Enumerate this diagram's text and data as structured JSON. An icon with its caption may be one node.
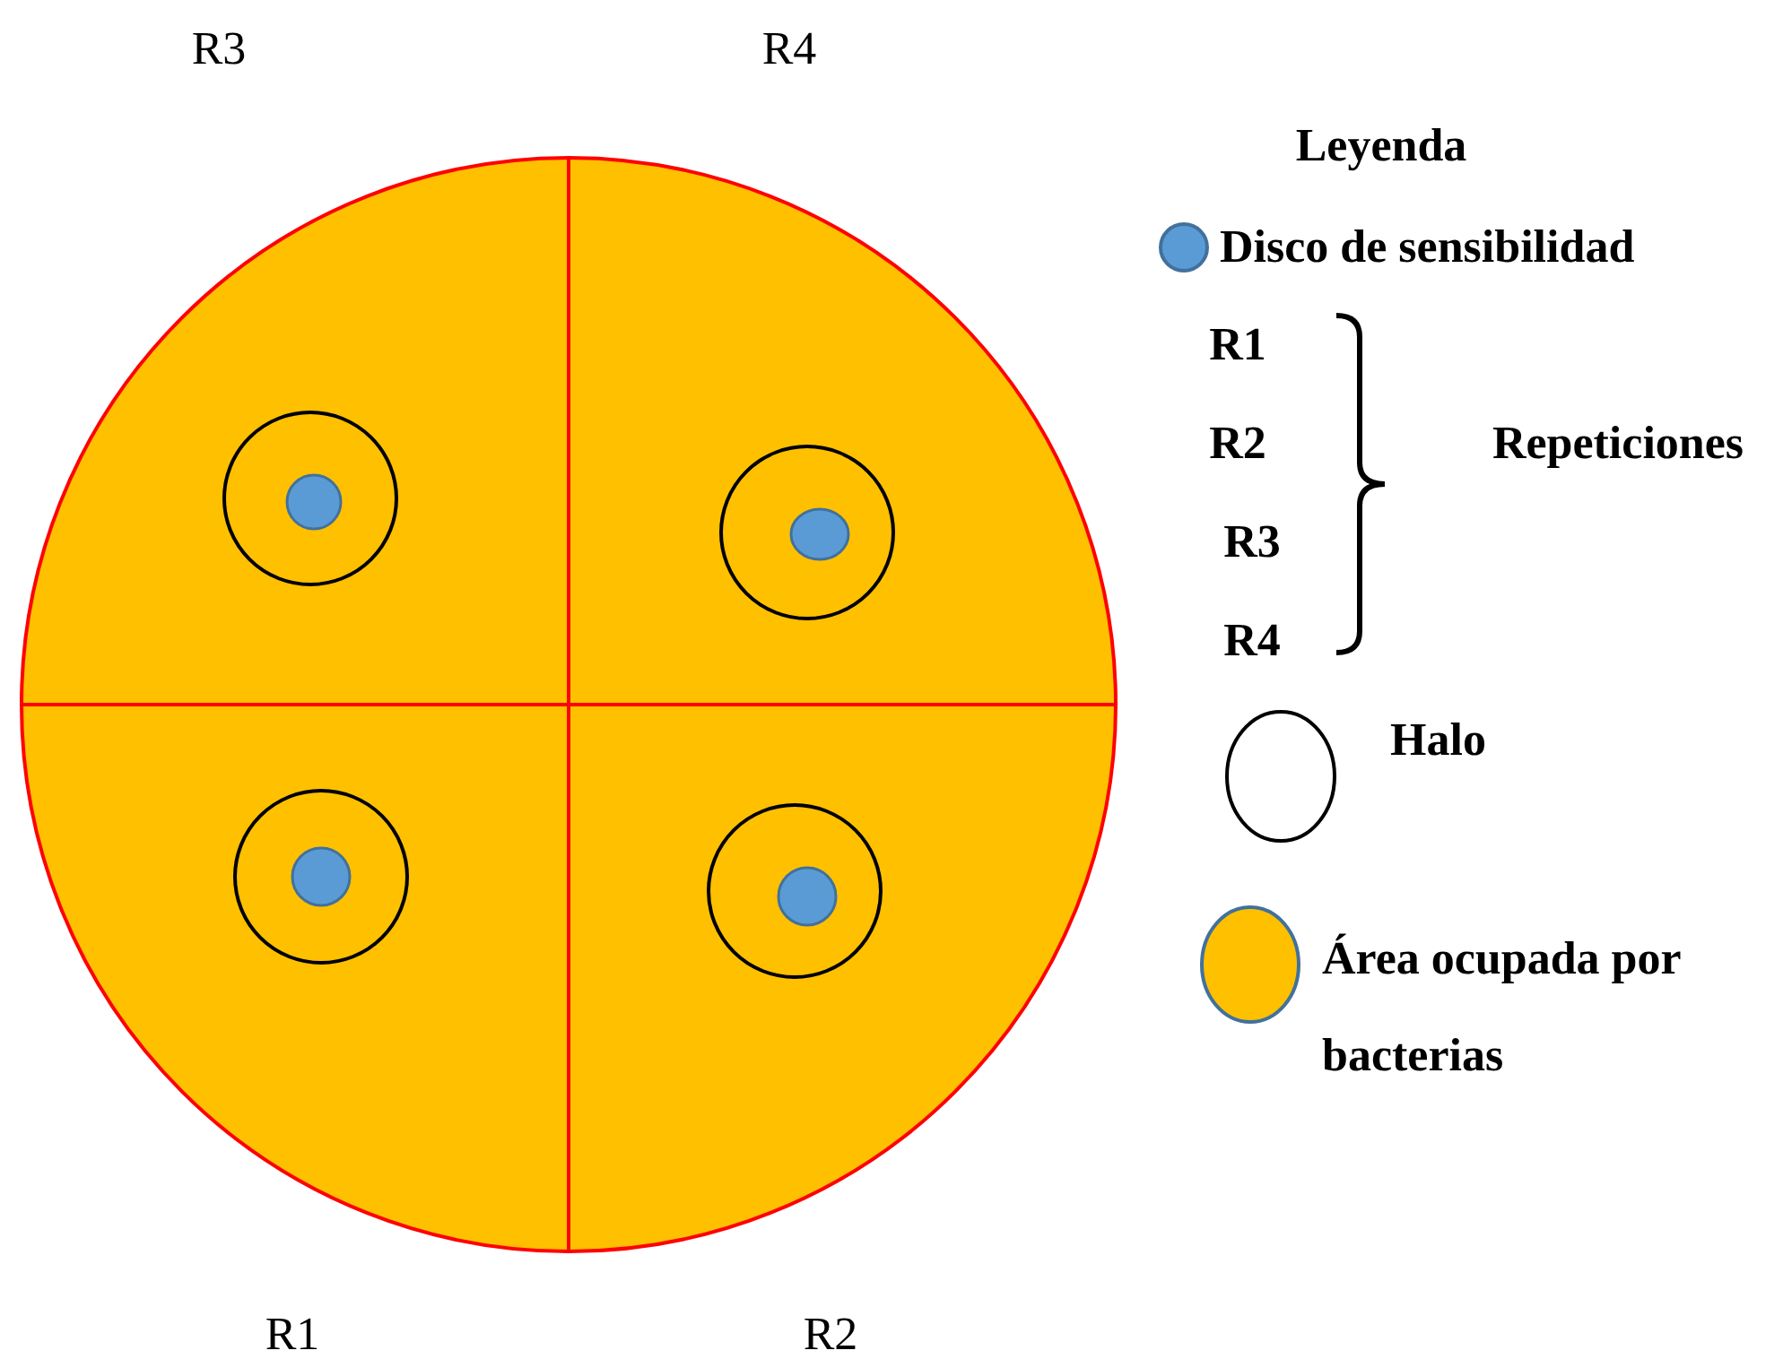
{
  "diagram": {
    "labels": [
      "R3",
      "R4",
      "Leyenda",
      "R1",
      "R2",
      "Repeticiones",
      "R3",
      "R4",
      "R1",
      "R2"
    ],
    "legend": [
      {
        "text": "Disco de sensibilidad",
        "color": "#5b9bd5"
      },
      {
        "text": "Halo"
      },
      {
        "text": "Área ocupada por bacterias",
        "color": "#ffc000"
      }
    ]
  }
}
